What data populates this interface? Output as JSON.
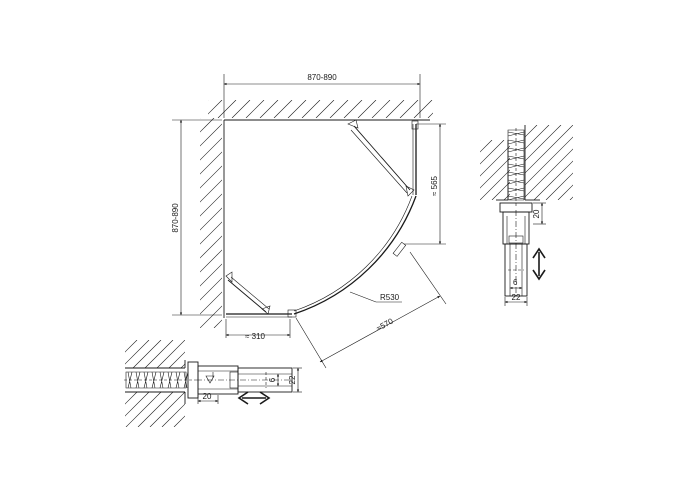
{
  "main_plan": {
    "width_label": "870-890",
    "height_label": "870-890",
    "right_label": "≈ 565",
    "bottom_label": "≈ 310",
    "radius_label": "R530",
    "diagonal_label": "≈570"
  },
  "right_profile": {
    "dim_20": "20",
    "dim_6": "6",
    "dim_22": "22",
    "arrow": "vertical-double-arrow-icon"
  },
  "bottom_profile": {
    "dim_6": "6",
    "dim_22": "22",
    "dim_20": "20",
    "arrow": "horizontal-double-arrow-icon"
  },
  "colors": {
    "line": "#1a1a1a",
    "background": "#ffffff"
  }
}
